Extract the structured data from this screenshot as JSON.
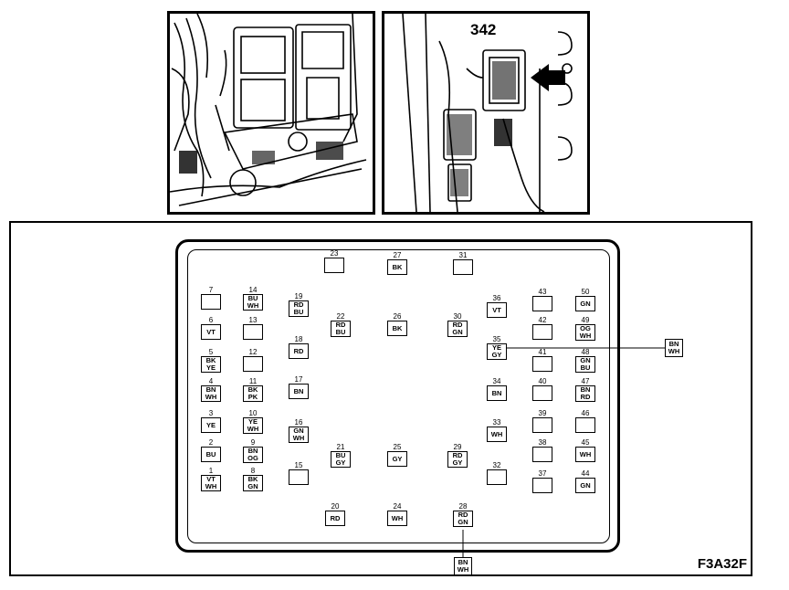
{
  "photo_right_label": "342",
  "figure_code": "F3A32F",
  "pins": [
    {
      "n": "1",
      "c": [
        "VT",
        "WH"
      ]
    },
    {
      "n": "2",
      "c": [
        "BU"
      ]
    },
    {
      "n": "3",
      "c": [
        "YE"
      ]
    },
    {
      "n": "4",
      "c": [
        "BN",
        "WH"
      ]
    },
    {
      "n": "5",
      "c": [
        "BK",
        "YE"
      ]
    },
    {
      "n": "6",
      "c": [
        "VT"
      ]
    },
    {
      "n": "7",
      "c": []
    },
    {
      "n": "8",
      "c": [
        "BK",
        "GN"
      ]
    },
    {
      "n": "9",
      "c": [
        "BN",
        "OG"
      ]
    },
    {
      "n": "10",
      "c": [
        "YE",
        "WH"
      ]
    },
    {
      "n": "11",
      "c": [
        "BK",
        "PK"
      ]
    },
    {
      "n": "12",
      "c": []
    },
    {
      "n": "13",
      "c": []
    },
    {
      "n": "14",
      "c": [
        "BU",
        "WH"
      ]
    },
    {
      "n": "15",
      "c": []
    },
    {
      "n": "16",
      "c": [
        "GN",
        "WH"
      ]
    },
    {
      "n": "17",
      "c": [
        "BN"
      ]
    },
    {
      "n": "18",
      "c": [
        "RD"
      ]
    },
    {
      "n": "19",
      "c": [
        "RD",
        "BU"
      ]
    },
    {
      "n": "20",
      "c": [
        "RD"
      ]
    },
    {
      "n": "21",
      "c": [
        "BU",
        "GY"
      ]
    },
    {
      "n": "22",
      "c": [
        "RD",
        "BU"
      ]
    },
    {
      "n": "23",
      "c": []
    },
    {
      "n": "24",
      "c": [
        "WH"
      ]
    },
    {
      "n": "25",
      "c": [
        "GY"
      ]
    },
    {
      "n": "26",
      "c": [
        "BK"
      ]
    },
    {
      "n": "27",
      "c": [
        "BK"
      ]
    },
    {
      "n": "28",
      "c": [
        "RD",
        "GN"
      ]
    },
    {
      "n": "29",
      "c": [
        "RD",
        "GY"
      ]
    },
    {
      "n": "30",
      "c": [
        "RD",
        "GN"
      ]
    },
    {
      "n": "31",
      "c": []
    },
    {
      "n": "32",
      "c": []
    },
    {
      "n": "33",
      "c": [
        "WH"
      ]
    },
    {
      "n": "34",
      "c": [
        "BN"
      ]
    },
    {
      "n": "35",
      "c": [
        "YE",
        "GY"
      ]
    },
    {
      "n": "36",
      "c": [
        "VT"
      ]
    },
    {
      "n": "37",
      "c": []
    },
    {
      "n": "38",
      "c": []
    },
    {
      "n": "39",
      "c": []
    },
    {
      "n": "40",
      "c": []
    },
    {
      "n": "41",
      "c": []
    },
    {
      "n": "42",
      "c": []
    },
    {
      "n": "43",
      "c": []
    },
    {
      "n": "44",
      "c": [
        "GN"
      ]
    },
    {
      "n": "45",
      "c": [
        "WH"
      ]
    },
    {
      "n": "46",
      "c": []
    },
    {
      "n": "47",
      "c": [
        "BN",
        "RD"
      ]
    },
    {
      "n": "48",
      "c": [
        "GN",
        "BU"
      ]
    },
    {
      "n": "49",
      "c": [
        "OG",
        "WH"
      ]
    },
    {
      "n": "50",
      "c": [
        "GN"
      ]
    }
  ],
  "callouts": [
    {
      "id": "callout-pin-35",
      "c": [
        "BN",
        "WH"
      ]
    },
    {
      "id": "callout-pin-28",
      "c": [
        "BN",
        "WH"
      ]
    }
  ]
}
